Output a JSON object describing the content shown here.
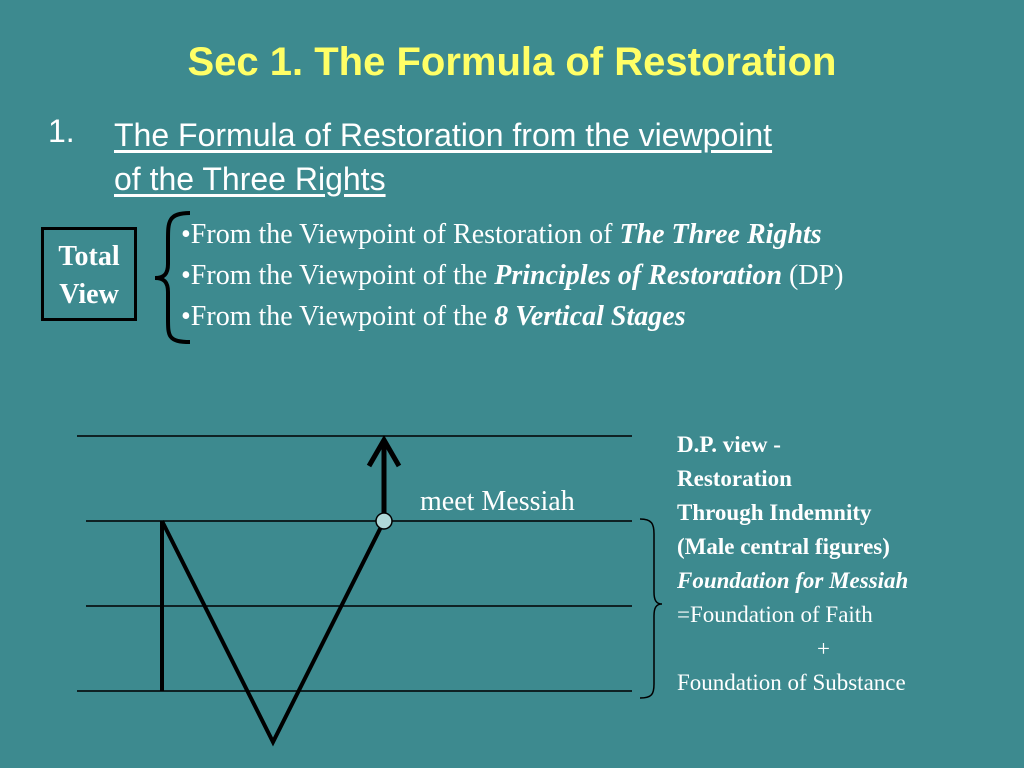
{
  "title": "Sec 1. The Formula of Restoration",
  "heading": {
    "number": "1.",
    "line1": "The Formula of Restoration from the viewpoint",
    "line2": "of the Three Rights"
  },
  "total_view": {
    "line1": "Total",
    "line2": "View"
  },
  "viewpoints": [
    {
      "prefix": "•From the Viewpoint of Restoration of ",
      "emphasis": "The Three Rights",
      "suffix": ""
    },
    {
      "prefix": "•From the Viewpoint of the ",
      "emphasis": "Principles of Restoration",
      "suffix": " (DP)"
    },
    {
      "prefix": "•From the Viewpoint of the ",
      "emphasis": "8 Vertical  Stages",
      "suffix": ""
    }
  ],
  "diagram": {
    "meet_label": "meet Messiah",
    "dp_view": {
      "line1": "D.P. view -",
      "line2": "Restoration",
      "line3": "Through Indemnity",
      "line4": "(Male central figures)",
      "line5": "Foundation for Messiah",
      "line6": "=Foundation of Faith",
      "line7": "+",
      "line8": "Foundation of Substance"
    },
    "colors": {
      "background": "#3d8a8f",
      "title": "#ffff66",
      "text": "#ffffff",
      "lines": "#000000",
      "node": "#b0d8d8"
    }
  }
}
